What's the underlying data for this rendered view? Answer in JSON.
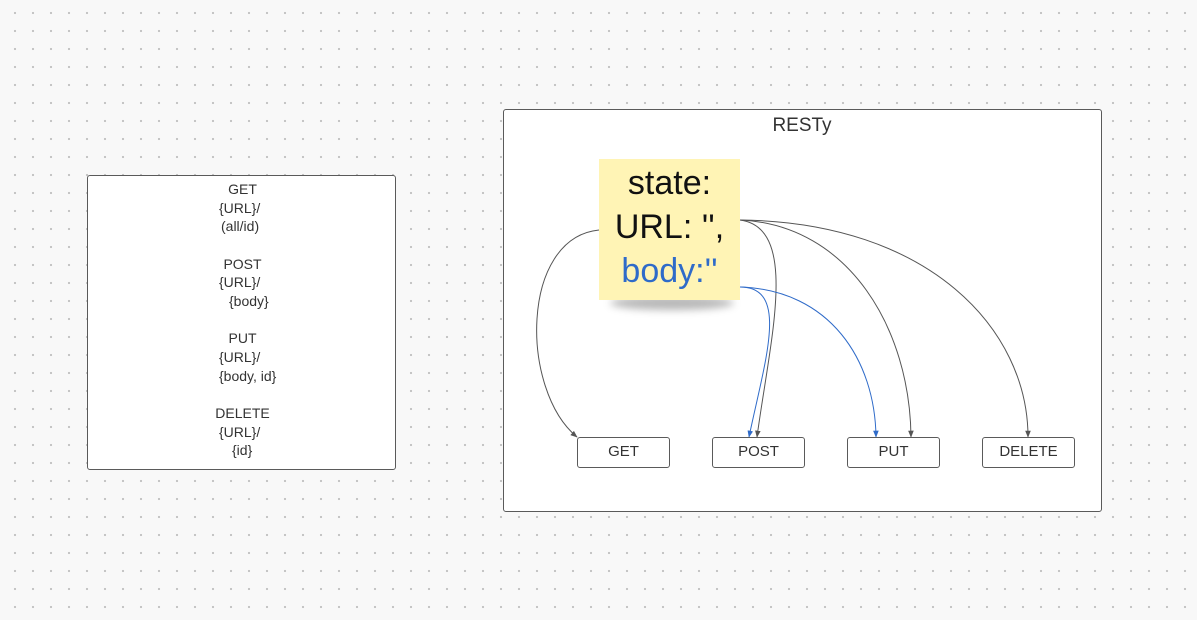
{
  "methods_card": {
    "lines": [
      "GET",
      "{URL}/",
      "(all/id)",
      "POST",
      "{URL}/",
      "{body}",
      "PUT",
      "{URL}/",
      "{body, id}",
      "DELETE",
      "{URL}/",
      "{id}"
    ]
  },
  "resty": {
    "title": "RESTy",
    "state_note": {
      "line1": "state:",
      "line2": "URL: '',",
      "line3": "body:''"
    },
    "boxes": {
      "get": "GET",
      "post": "POST",
      "put": "PUT",
      "delete": "DELETE"
    }
  },
  "colors": {
    "connector_gray": "#555555",
    "connector_blue": "#2f6bc9",
    "sticky_fill": "#fff4b5"
  }
}
